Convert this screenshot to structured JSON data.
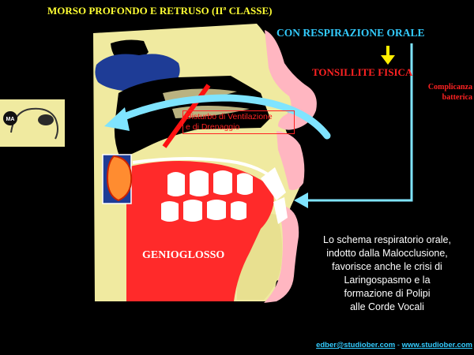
{
  "title": "MORSO PROFONDO E RETRUSO (IIª CLASSE)",
  "respiration_label": "CON RESPIRAZIONE ORALE",
  "tonsillitis_label": "TONSILLITE  FISICA",
  "complication_lines": [
    "Complicanza",
    "batterica"
  ],
  "disturbance_lines": [
    "Disturbo di Ventilazione",
    "e di Drenaggio"
  ],
  "muscle_label": "GENIOGLOSSO",
  "thumbnail_badge": "MA",
  "description_lines": [
    "Lo schema respiratorio  orale,",
    "indotto dalla Malocclusione,",
    "favorisce anche le crisi di",
    "Laringospasmo  e la",
    "formazione di Polipi",
    "alle Corde Vocali"
  ],
  "footer": {
    "email": "edber@studiober.com",
    "separator": " - ",
    "website": "www.studiober.com"
  },
  "colors": {
    "background": "#000000",
    "bone": "#f0eaa0",
    "soft_tissue": "#ffb6c1",
    "muscle": "#ff2a2a",
    "tooth": "#ffffff",
    "sinus": "#1e3c96",
    "airflow": "#7fe4ff",
    "title": "#ffff33",
    "accent_red": "#ff2222"
  }
}
